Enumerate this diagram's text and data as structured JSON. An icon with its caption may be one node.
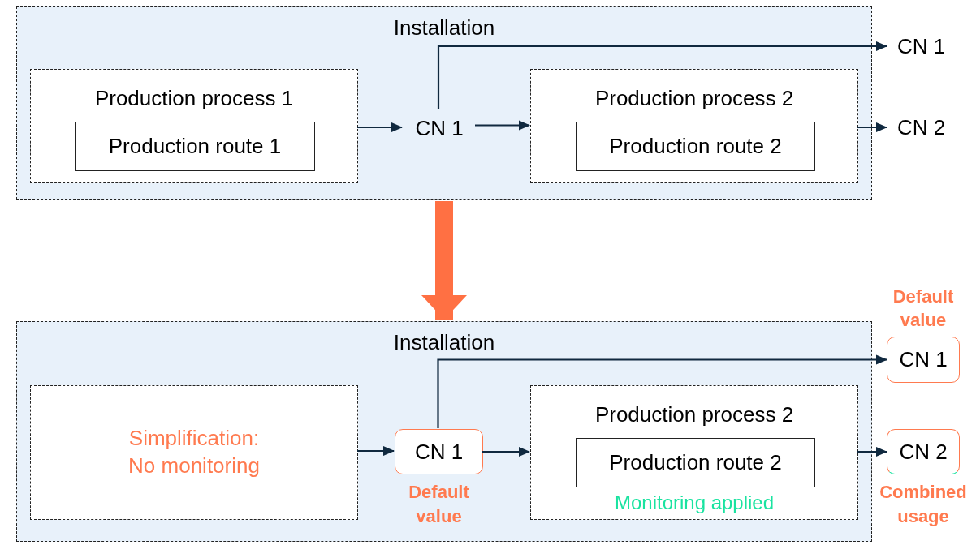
{
  "diagram": {
    "nodes": [
      {
        "text": [
          "Installation"
        ]
      },
      {
        "text": [
          "Production process 1"
        ],
        "in": 0
      },
      {
        "text": [
          "Production route 1"
        ],
        "in": 1
      },
      {
        "text": [
          "CN 1"
        ],
        "in": 0
      },
      {
        "text": [
          "Production process 2"
        ],
        "in": 0
      },
      {
        "text": [
          "Production route 2"
        ],
        "in": 4
      },
      {
        "text": [
          "CN 1"
        ]
      },
      {
        "text": [
          "CN 2"
        ]
      },
      {
        "text": [
          "Installation"
        ]
      },
      {
        "text": [
          "Simplification: No monitoring"
        ],
        "in": 8
      },
      {
        "text": [
          "CN 1"
        ],
        "in": 8,
        "beside": [
          "Default value"
        ]
      },
      {
        "text": [
          "Production process 2",
          "Monitoring applied"
        ],
        "in": 8
      },
      {
        "text": [
          "Production route 2"
        ],
        "in": 11
      },
      {
        "text": [
          "CN 1"
        ],
        "beside": [
          "Default value"
        ]
      },
      {
        "text": [
          "CN 2"
        ],
        "beside": [
          "Combined usage"
        ]
      }
    ],
    "edges": [
      {
        "from": 1,
        "to": 3,
        "arrow": "to"
      },
      {
        "from": 3,
        "to": 4,
        "arrow": "to"
      },
      {
        "from": 3,
        "to": 6,
        "arrow": "to"
      },
      {
        "from": 4,
        "to": 7,
        "arrow": "to"
      },
      {
        "from": 0,
        "to": 8,
        "arrow": "to",
        "style": "thick",
        "color": "#ff7043"
      },
      {
        "from": 9,
        "to": 10,
        "arrow": "to"
      },
      {
        "from": 10,
        "to": 11,
        "arrow": "to"
      },
      {
        "from": 10,
        "to": 13,
        "arrow": "to"
      },
      {
        "from": 11,
        "to": 14,
        "arrow": "to"
      }
    ]
  }
}
